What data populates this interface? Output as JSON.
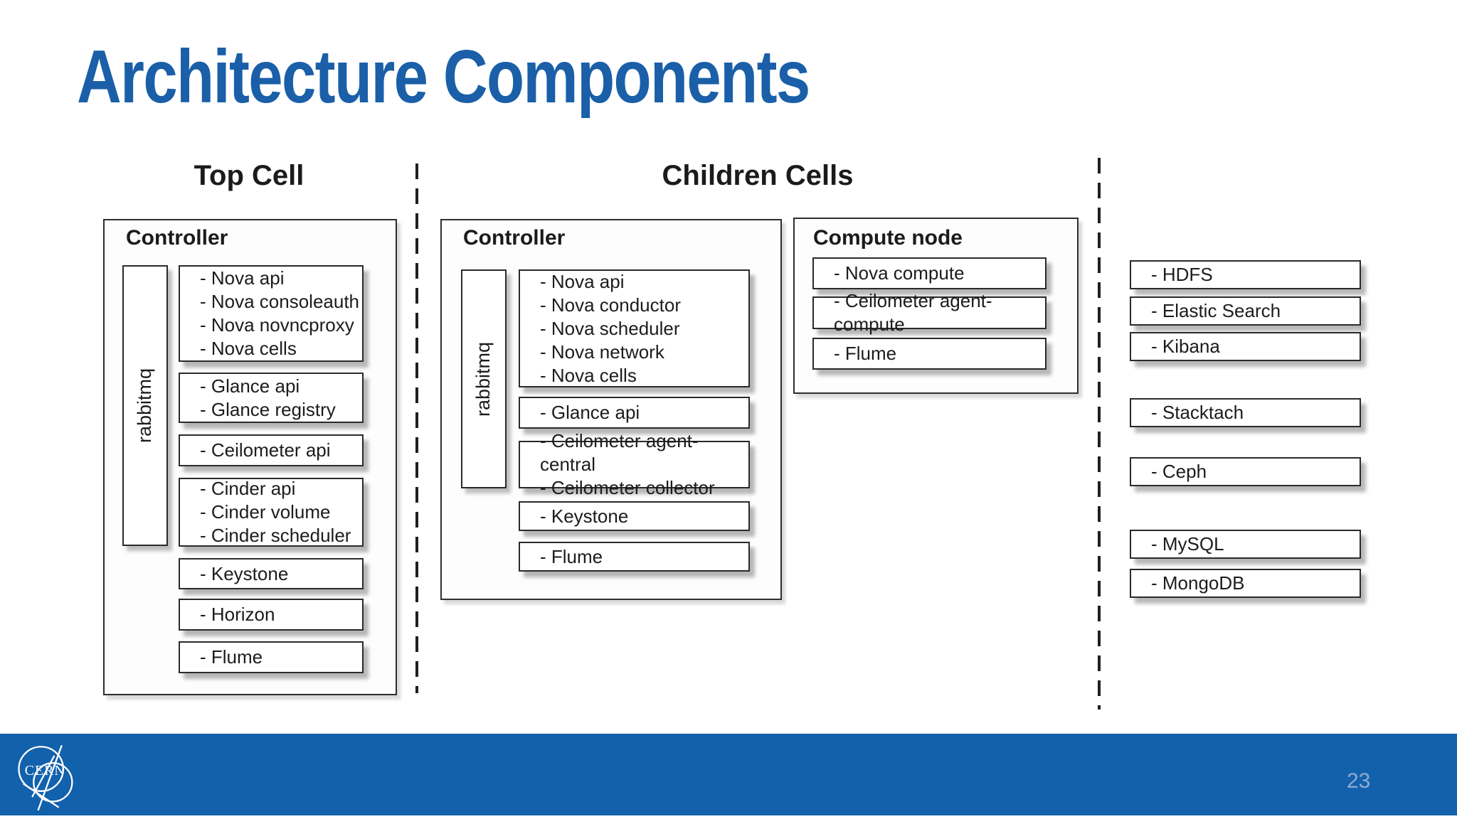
{
  "slide": {
    "title": "Architecture Components",
    "accent_color": "#1a5fa8",
    "footer_color": "#1261ac"
  },
  "top_cell": {
    "heading": "Top Cell",
    "controller_label": "Controller",
    "queue_label": "rabbitmq",
    "boxes": [
      {
        "lines": [
          "- Nova api",
          "- Nova consoleauth",
          "- Nova novncproxy",
          "- Nova cells"
        ]
      },
      {
        "lines": [
          "- Glance api",
          "- Glance registry"
        ]
      },
      {
        "lines": [
          "- Ceilometer api"
        ]
      },
      {
        "lines": [
          "- Cinder api",
          "- Cinder volume",
          "- Cinder scheduler"
        ]
      },
      {
        "lines": [
          "- Keystone"
        ]
      },
      {
        "lines": [
          "- Horizon"
        ]
      },
      {
        "lines": [
          "- Flume"
        ]
      }
    ]
  },
  "children_cells": {
    "heading": "Children Cells",
    "controller_label": "Controller",
    "queue_label": "rabbitmq",
    "controller_boxes": [
      {
        "lines": [
          "- Nova api",
          "- Nova conductor",
          "- Nova scheduler",
          "- Nova network",
          "- Nova cells"
        ]
      },
      {
        "lines": [
          "- Glance api"
        ]
      },
      {
        "lines": [
          "- Ceilometer agent-central",
          "- Ceilometer collector"
        ]
      },
      {
        "lines": [
          "- Keystone"
        ]
      },
      {
        "lines": [
          "- Flume"
        ]
      }
    ],
    "compute_node_label": "Compute node",
    "compute_boxes": [
      {
        "lines": [
          "- Nova compute"
        ]
      },
      {
        "lines": [
          "- Ceilometer agent-compute"
        ]
      },
      {
        "lines": [
          "- Flume"
        ]
      }
    ]
  },
  "services_column": {
    "boxes": [
      {
        "lines": [
          "- HDFS"
        ]
      },
      {
        "lines": [
          "- Elastic Search"
        ]
      },
      {
        "lines": [
          "- Kibana"
        ]
      },
      {
        "lines": [
          "- Stacktach"
        ]
      },
      {
        "lines": [
          "- Ceph"
        ]
      },
      {
        "lines": [
          "- MySQL"
        ]
      },
      {
        "lines": [
          "- MongoDB"
        ]
      }
    ]
  },
  "footer": {
    "logo_text": "CERN",
    "page_number": "23"
  }
}
